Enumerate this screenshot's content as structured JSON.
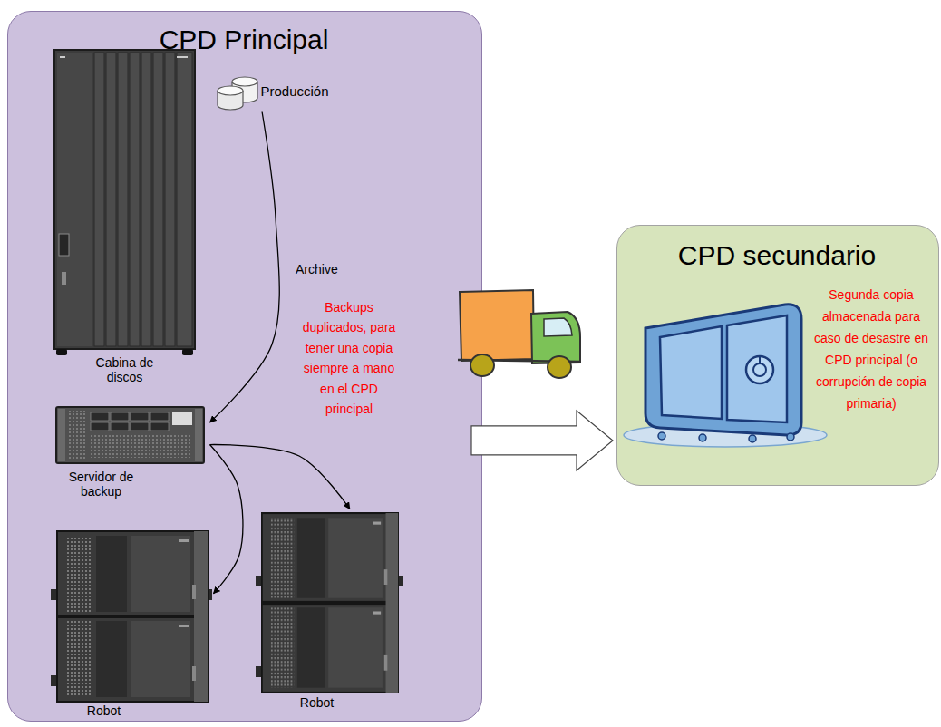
{
  "diagram": {
    "nodes": [
      {
        "text": [
          "CPD Principal"
        ]
      },
      {
        "text": [
          "Producción"
        ],
        "in": 0
      },
      {
        "text": [
          "Cabina de discos"
        ],
        "in": 0
      },
      {
        "text": [
          "Servidor de backup"
        ],
        "in": 0
      },
      {
        "text": [
          "Robot"
        ],
        "in": 0
      },
      {
        "text": [
          "Robot"
        ],
        "in": 0
      },
      {
        "text": [
          "CPD secundario",
          "Segunda copia almacenada para caso de desastre en CPD principal (o corrupción de copia primaria)"
        ]
      }
    ],
    "edges": [
      {
        "from": 1,
        "to": 3,
        "arrow": "to",
        "label": "Archive"
      },
      {
        "from": 3,
        "to": 4,
        "arrow": "to"
      },
      {
        "from": 3,
        "to": 5,
        "arrow": "to"
      },
      {
        "from": 0,
        "to": 6,
        "arrow": "to"
      }
    ],
    "labels": [
      "Backups duplicados, para tener una copia siempre a mano en el CPD principal"
    ]
  }
}
